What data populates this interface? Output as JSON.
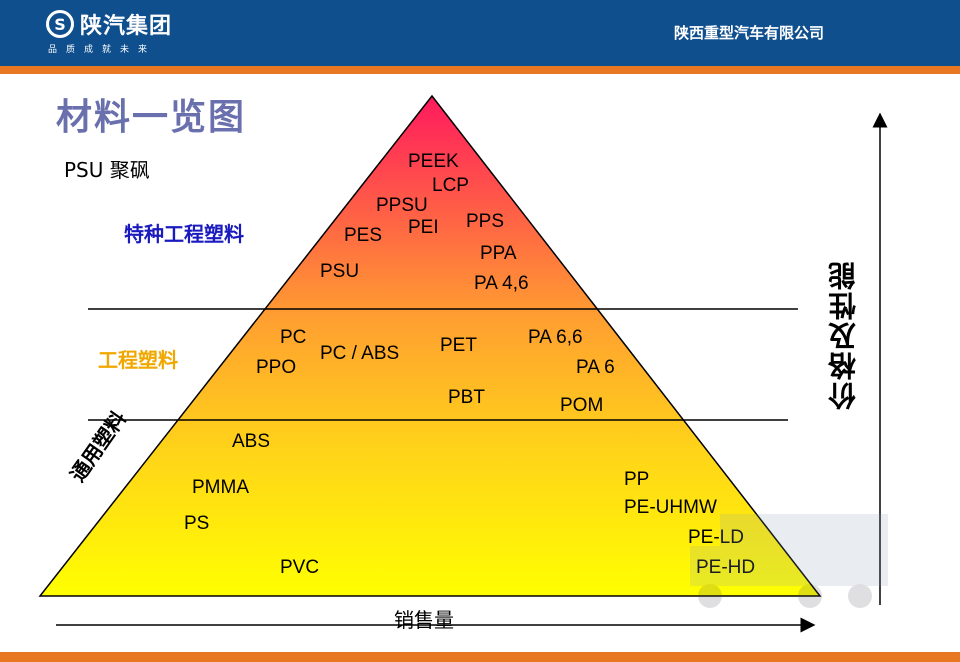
{
  "header": {
    "logo_mark": "S",
    "brand": "陕汽集团",
    "slogan": "品质成就未来",
    "company": "陕西重型汽车有限公司"
  },
  "title": "材料一览图",
  "psu_note": "PSU 聚砜",
  "tiers": {
    "special": "特种工程塑料",
    "engineering": "工程塑料",
    "general": "通用塑料"
  },
  "materials": {
    "peek": "PEEK",
    "lcp": "LCP",
    "ppsu": "PPSU",
    "pei": "PEI",
    "pps": "PPS",
    "pes": "PES",
    "ppa": "PPA",
    "psu": "PSU",
    "pa46": "PA 4,6",
    "pc": "PC",
    "ppo": "PPO",
    "pc_abs": "PC / ABS",
    "pet": "PET",
    "pa66": "PA 6,6",
    "pa6": "PA 6",
    "pbt": "PBT",
    "pom": "POM",
    "abs": "ABS",
    "pmma": "PMMA",
    "ps": "PS",
    "pvc": "PVC",
    "pp": "PP",
    "pe_uhmw": "PE-UHMW",
    "pe_ld": "PE-LD",
    "pe_hd": "PE-HD"
  },
  "axes": {
    "y": "价格及性能",
    "x": "销售量"
  },
  "colors": {
    "header_blue": "#0f4f8e",
    "accent_orange": "#e87722",
    "pyramid_top": "#ff1a5e",
    "pyramid_bottom": "#ffff00",
    "title_color": "#6a6fae"
  }
}
